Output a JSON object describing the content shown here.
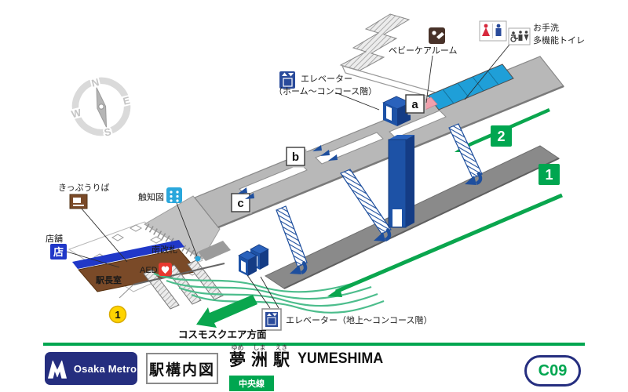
{
  "diagram": {
    "compass": {
      "n": "N",
      "e": "E",
      "s": "S",
      "w": "W"
    },
    "labels": {
      "baby_care_room": "ベビーケアルーム",
      "toilet": "お手洗",
      "multifunction_toilet": "多機能トイレ",
      "elevator_upper_line1": "エレベーター",
      "elevator_upper_line2": "（ホーム〜コンコース階）",
      "elevator_ground": "エレベーター（地上〜コンコース階）",
      "ticket_office": "きっぷうりば",
      "tactile_map": "触知図",
      "shop": "店舗",
      "shop_glyph": "店",
      "station_master_room": "駅長室",
      "south_gate": "南改札",
      "aed": "AED",
      "cosmosquare_direction": "コスモスクエア方面"
    },
    "markers": {
      "a": "a",
      "b": "b",
      "c": "c",
      "platform_1": "1",
      "platform_2": "2",
      "exit_1": "1"
    },
    "icons": [
      "toilet-men-women-icon",
      "multifunction-toilet-icon",
      "baby-care-icon",
      "elevator-icon",
      "ticket-machine-icon",
      "tactile-map-icon",
      "shop-icon",
      "aed-icon",
      "compass-icon"
    ]
  },
  "footer": {
    "logo_text": "Osaka Metro",
    "map_title": "駅構内図",
    "station": {
      "furigana": [
        "ゆめ",
        "しま",
        "えき"
      ],
      "kanji": [
        "夢",
        "洲",
        "駅"
      ],
      "romaji": "YUMESHIMA"
    },
    "line_name": "中央線",
    "station_code": "C09"
  },
  "colors": {
    "line_green": "#00a650",
    "metro_navy": "#252e7f",
    "facility_blue": "#1e4f9e",
    "toilet_blue": "#1f9fd8",
    "baby_room_pink": "#f0a0ac",
    "room_brown": "#7a4a28",
    "exit_yellow": "#ffd400",
    "aed_red": "#e8392f"
  }
}
